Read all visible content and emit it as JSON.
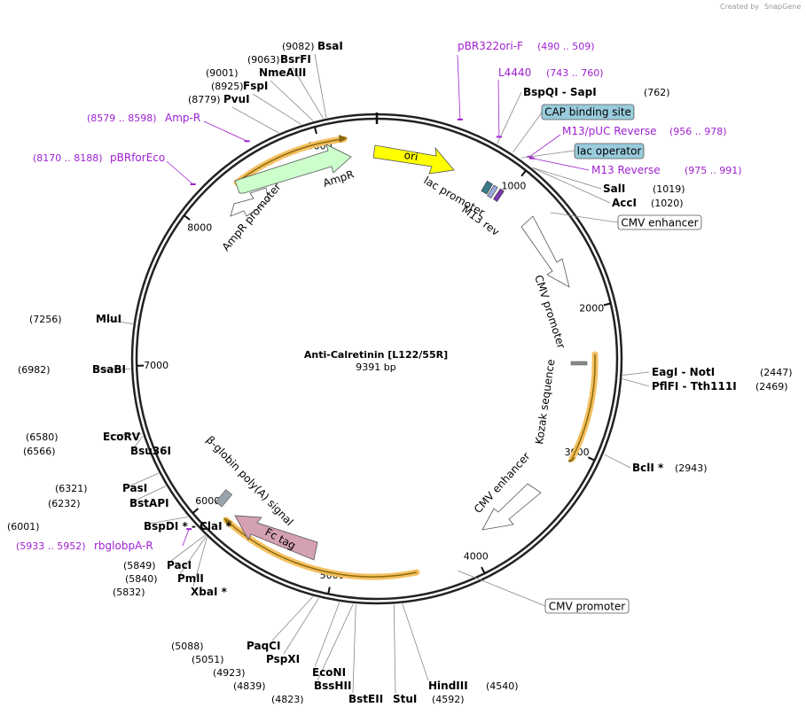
{
  "credit": {
    "created_by": "Created by",
    "brand": "SnapGene"
  },
  "plasmid": {
    "name": "Anti-Calretinin [L122/55R]",
    "size_label": "9391 bp",
    "total_bp": 9391
  },
  "ticks": [
    "1000",
    "2000",
    "3000",
    "4000",
    "5000",
    "6000",
    "7000",
    "8000",
    "9000"
  ],
  "enzymes": [
    {
      "name": "BsaI",
      "pos": "(9082)",
      "bp": 9082
    },
    {
      "name": "BsrFI",
      "pos": "(9063)",
      "bp": 9063
    },
    {
      "name": "NmeAIII",
      "pos": "(9001)",
      "bp": 9001
    },
    {
      "name": "FspI",
      "pos": "(8925)",
      "bp": 8925
    },
    {
      "name": "PvuI",
      "pos": "(8779)",
      "bp": 8779
    },
    {
      "name": "BspQI  -  SapI",
      "pos": "(762)",
      "bp": 762
    },
    {
      "name": "SalI",
      "pos": "(1019)",
      "bp": 1019
    },
    {
      "name": "AccI",
      "pos": "(1020)",
      "bp": 1020
    },
    {
      "name": "EagI  -  NotI",
      "pos": "(2447)",
      "bp": 2447
    },
    {
      "name": "PflFI  -  Tth111I",
      "pos": "(2469)",
      "bp": 2469
    },
    {
      "name": "BclI *",
      "pos": "(2943)",
      "bp": 2943
    },
    {
      "name": "HindIII",
      "pos": "(4540)",
      "bp": 4540
    },
    {
      "name": "StuI",
      "pos": "(4592)",
      "bp": 4592
    },
    {
      "name": "BstEII",
      "pos": "(4823)",
      "bp": 4823
    },
    {
      "name": "BssHII",
      "pos": "(4839)",
      "bp": 4839
    },
    {
      "name": "EcoNI",
      "pos": "(4923)",
      "bp": 4923
    },
    {
      "name": "PspXI",
      "pos": "(5051)",
      "bp": 5051
    },
    {
      "name": "PaqCI",
      "pos": "(5088)",
      "bp": 5088
    },
    {
      "name": "XbaI *",
      "pos": "(5832)",
      "bp": 5832
    },
    {
      "name": "PmlI",
      "pos": "(5840)",
      "bp": 5840
    },
    {
      "name": "PacI",
      "pos": "(5849)",
      "bp": 5849
    },
    {
      "name": "BspDI *  -  ClaI *",
      "pos": "(6001)",
      "bp": 6001
    },
    {
      "name": "BstAPI",
      "pos": "(6232)",
      "bp": 6232
    },
    {
      "name": "PasI",
      "pos": "(6321)",
      "bp": 6321
    },
    {
      "name": "Bsu36I",
      "pos": "(6566)",
      "bp": 6566
    },
    {
      "name": "EcoRV",
      "pos": "(6580)",
      "bp": 6580
    },
    {
      "name": "BsaBI",
      "pos": "(6982)",
      "bp": 6982
    },
    {
      "name": "MluI",
      "pos": "(7256)",
      "bp": 7256
    }
  ],
  "primers": [
    {
      "name": "pBR322ori-F",
      "range": "(490 .. 509)",
      "bp": 500
    },
    {
      "name": "L4440",
      "range": "(743 .. 760)",
      "bp": 752
    },
    {
      "name": "M13/pUC Reverse",
      "range": "(956 .. 978)",
      "bp": 967
    },
    {
      "name": "M13 Reverse",
      "range": "(975 .. 991)",
      "bp": 983
    },
    {
      "name": "rbglobpA-R",
      "range": "(5933 .. 5952)",
      "bp": 5942
    },
    {
      "name": "Amp-R",
      "range": "(8579 .. 8598)",
      "bp": 8588
    },
    {
      "name": "pBRforEco",
      "range": "(8170 .. 8188)",
      "bp": 8179
    }
  ],
  "feature_boxes": [
    {
      "name": "CAP binding site",
      "bp": 870,
      "style": "teal"
    },
    {
      "name": "lac operator",
      "bp": 930,
      "style": "teal"
    },
    {
      "name": "CMV enhancer",
      "bp": 1300,
      "style": "plain"
    },
    {
      "name": "CMV promoter",
      "bp": 4150,
      "style": "plain"
    }
  ],
  "features": {
    "ori": "ori",
    "lac_promoter": "lac promoter",
    "m13_rev": "M13 rev",
    "cmv_promoter_arc": "CMV promoter",
    "kozak": "Kozak sequence",
    "cmv_enhancer_arc": "CMV enhancer",
    "fc_tag": "Fc tag",
    "beta_globin": "β-globin poly(A) signal",
    "ampr": "AmpR",
    "ampr_promoter": "AmpR promoter"
  },
  "colors": {
    "ori": "#ffff00",
    "ampr": "#ccffcc",
    "fc_tag": "#d4a0b4",
    "primer": "#a020d0",
    "teal_box": "#99ccdd",
    "orf_highlight": "#f5c060",
    "backbone": "#222222"
  }
}
